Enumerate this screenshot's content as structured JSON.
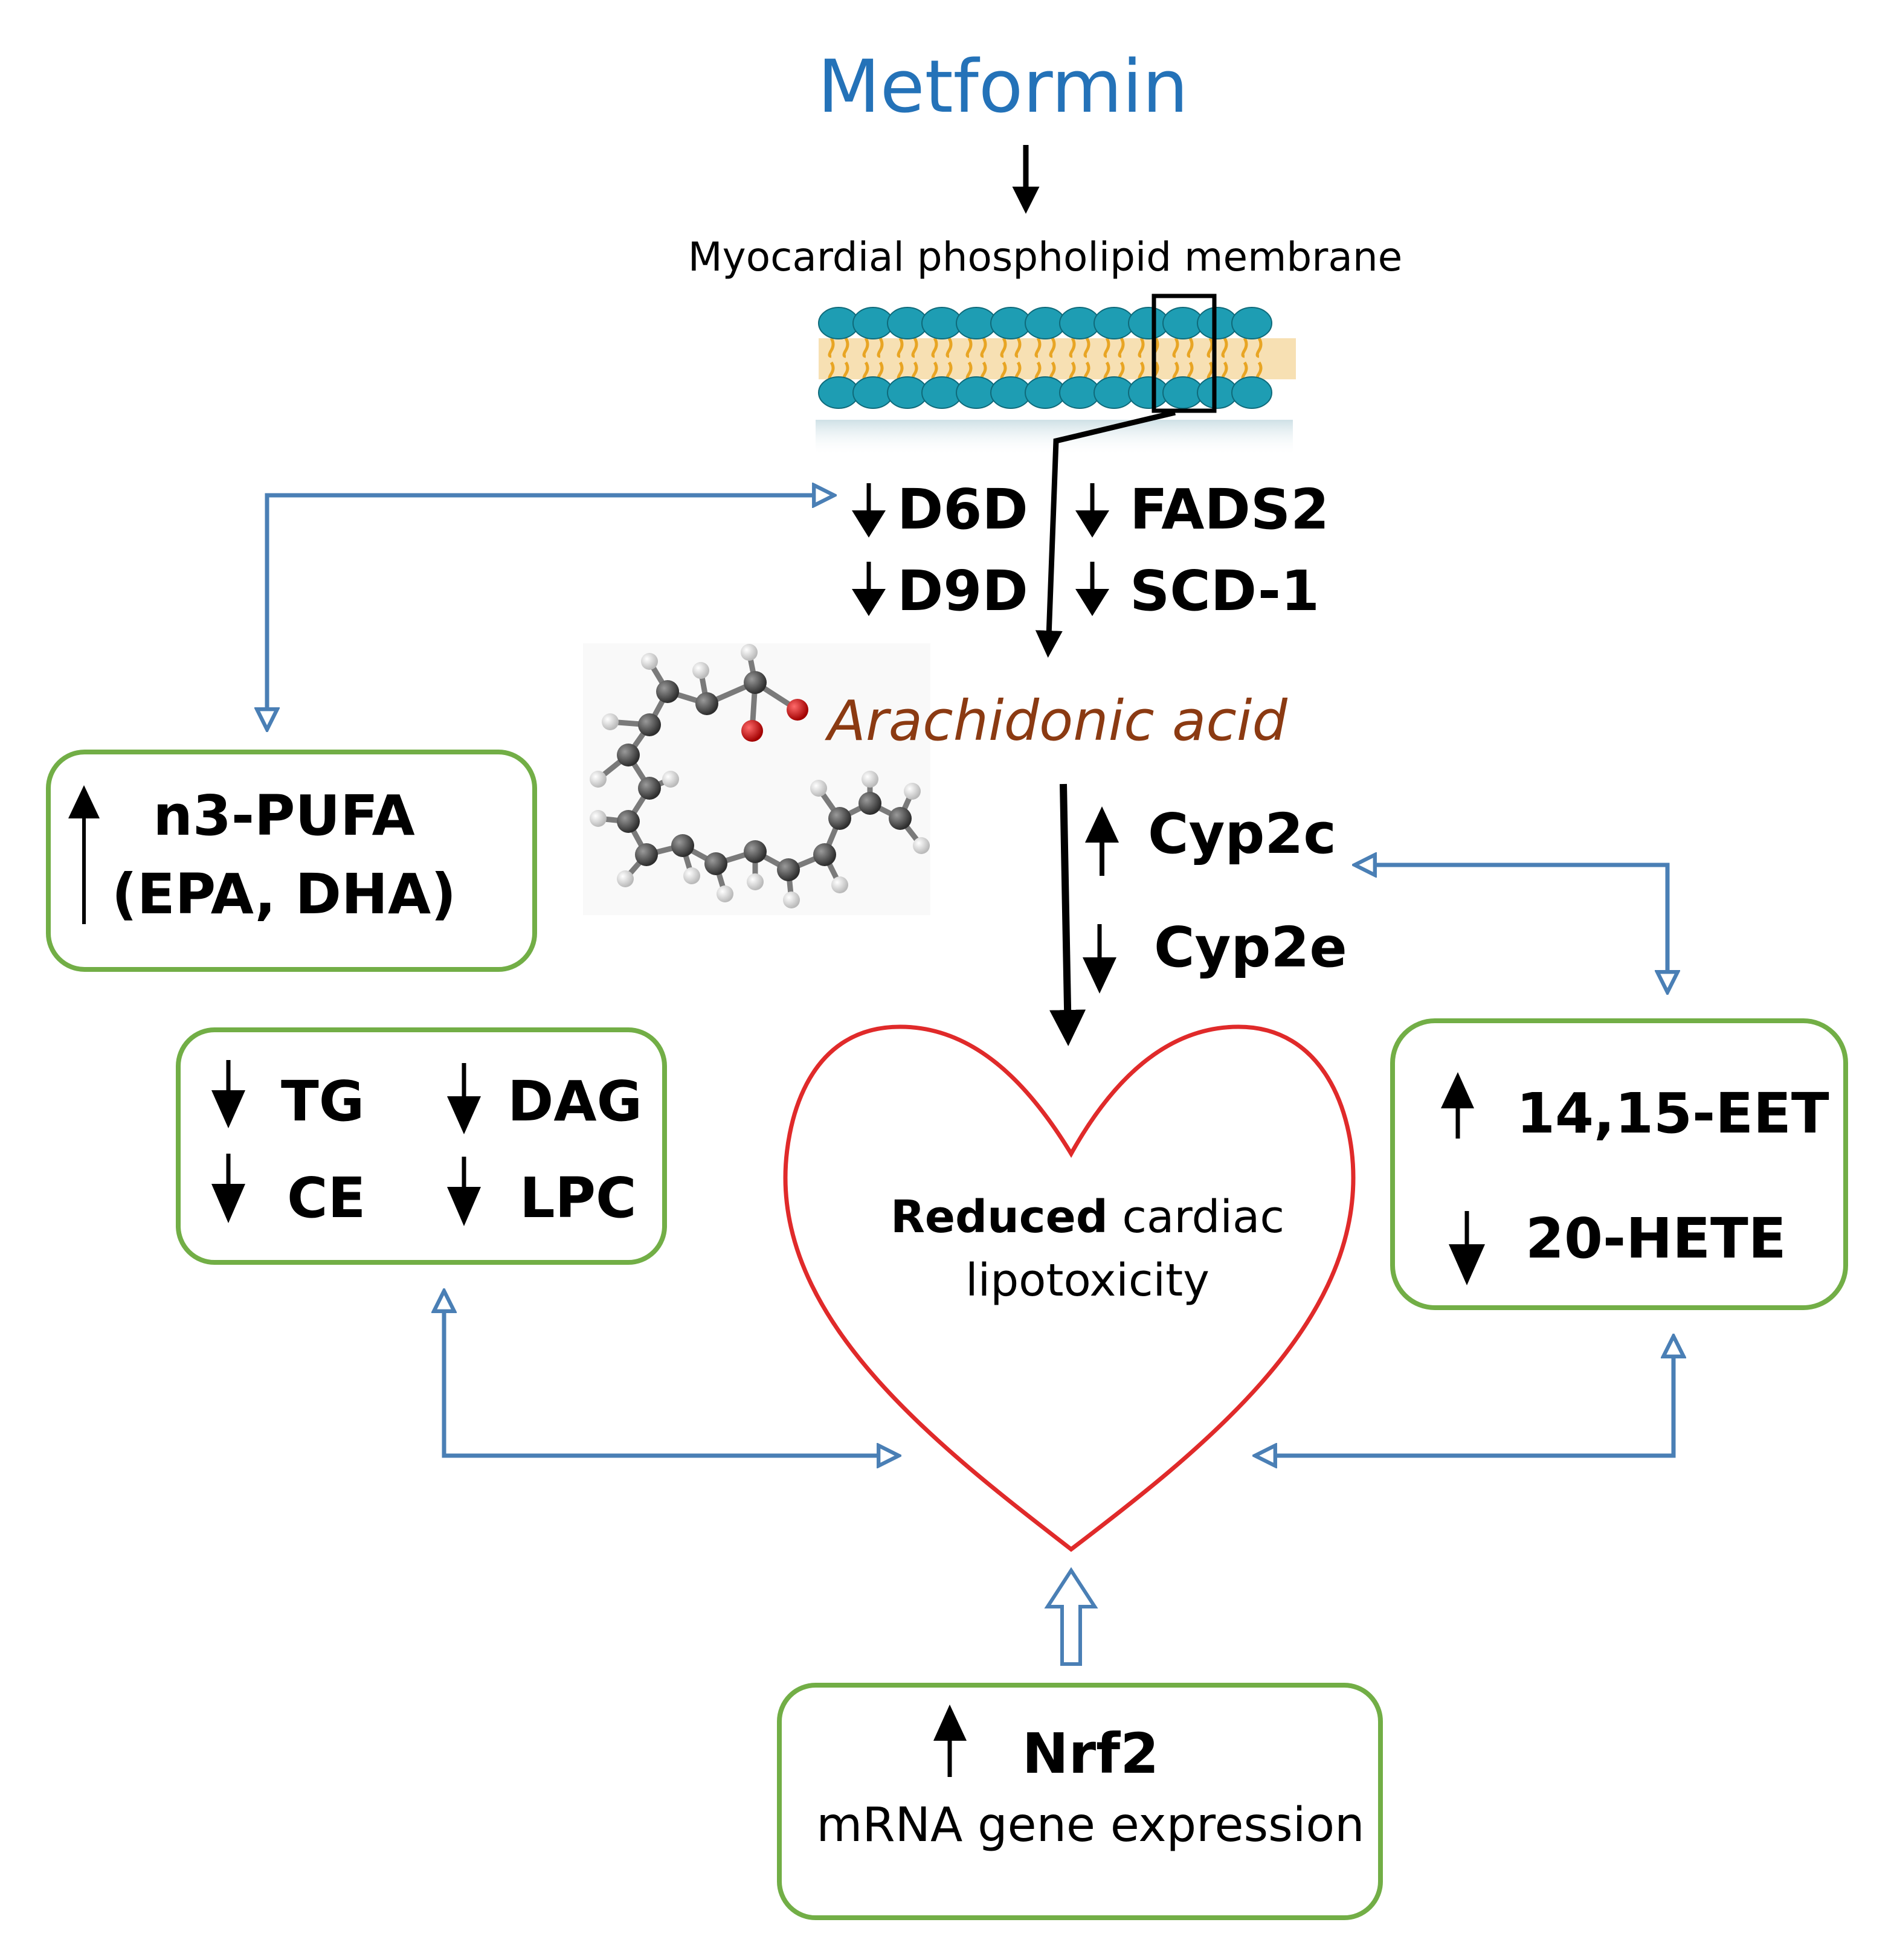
{
  "title": "Metformin",
  "membrane_label": "Myocardial phospholipid membrane",
  "desaturases": {
    "d6d": "D6D",
    "fads2": "FADS2",
    "d9d": "D9D",
    "scd1": "SCD-1"
  },
  "arachidonic_acid": "Arachidonic acid",
  "cyp": {
    "cyp2c": "Cyp2c",
    "cyp2e": "Cyp2e"
  },
  "pufa_box": {
    "line1": "n3-PUFA",
    "line2": "(EPA, DHA)"
  },
  "lipids_box": {
    "tg": "TG",
    "dag": "DAG",
    "ce": "CE",
    "lpc": "LPC"
  },
  "heart": {
    "bold_word": "Reduced",
    "rest_line1": " cardiac",
    "line2": "lipotoxicity"
  },
  "eet_box": {
    "eet": "14,15-EET",
    "hete": "20-HETE"
  },
  "nrf2_box": {
    "name": "Nrf2",
    "subtitle": "mRNA gene expression"
  },
  "colors": {
    "title_blue": "#2472b8",
    "arrow_blue": "#4a7fb5",
    "box_green": "#72ae46",
    "heart_red": "#e02a2a",
    "acid_brown": "#8b3a12",
    "membrane_head": "#1e9db3",
    "membrane_tail": "#e8a524"
  }
}
